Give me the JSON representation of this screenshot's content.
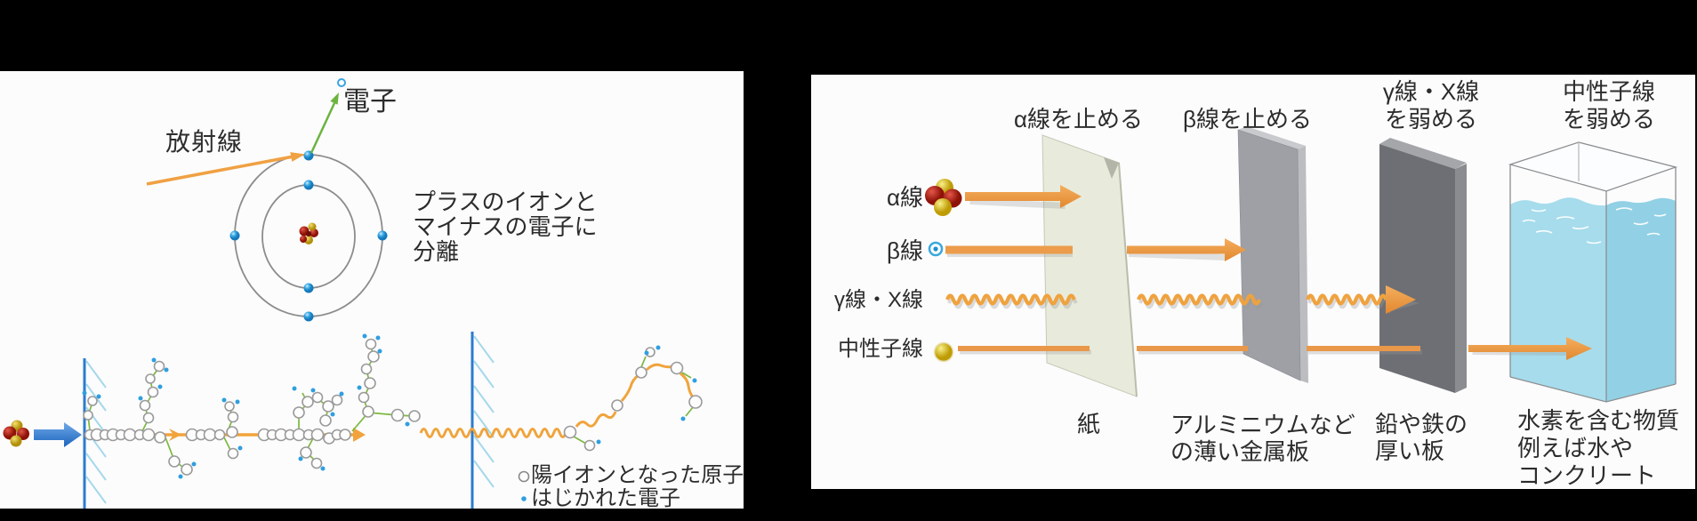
{
  "left_panel": {
    "radiation_label": "放射線",
    "electron_label": "電子",
    "separation_lines": [
      "プラスのイオンと",
      "マイナスの電子に",
      "分離"
    ],
    "legend": {
      "ion_label": "陽イオンとなった原子",
      "electron_label": "はじかれた電子"
    }
  },
  "right_panel": {
    "headers": [
      {
        "text": "α線を止める"
      },
      {
        "text": "β線を止める"
      },
      {
        "line1": "γ線・X線",
        "line2": "を弱める"
      },
      {
        "line1": "中性子線",
        "line2": "を弱める"
      }
    ],
    "ray_labels": [
      "α線",
      "β線",
      "γ線・X線",
      "中性子線"
    ],
    "barrier_labels": [
      {
        "line1": "紙"
      },
      {
        "line1": "アルミニウムなど",
        "line2": "の薄い金属板"
      },
      {
        "line1": "鉛や鉄の",
        "line2": "厚い板"
      },
      {
        "line1": "水素を含む物質",
        "line2": "例えば水や",
        "line3": "コンクリート"
      }
    ]
  },
  "colors": {
    "background": "#000000",
    "panel": "#fcfcfd",
    "arrow_orange": "#ee9e45",
    "wave_orange": "#efa23e",
    "wall_blue": "#2b7ccd",
    "hatch_blue": "#a5d8ec",
    "electron_blue": "#31a3e2",
    "branch_green": "#7cb83e",
    "ion_gray": "#9a9a9a",
    "alpha_red": "#a81d10",
    "alpha_yellow": "#d8b01e",
    "paper": "#e8ebdb",
    "aluminum": "#9ea0a6",
    "lead": "#6e6f74",
    "water": "#a6dcec",
    "text": "#2c2c2c"
  }
}
